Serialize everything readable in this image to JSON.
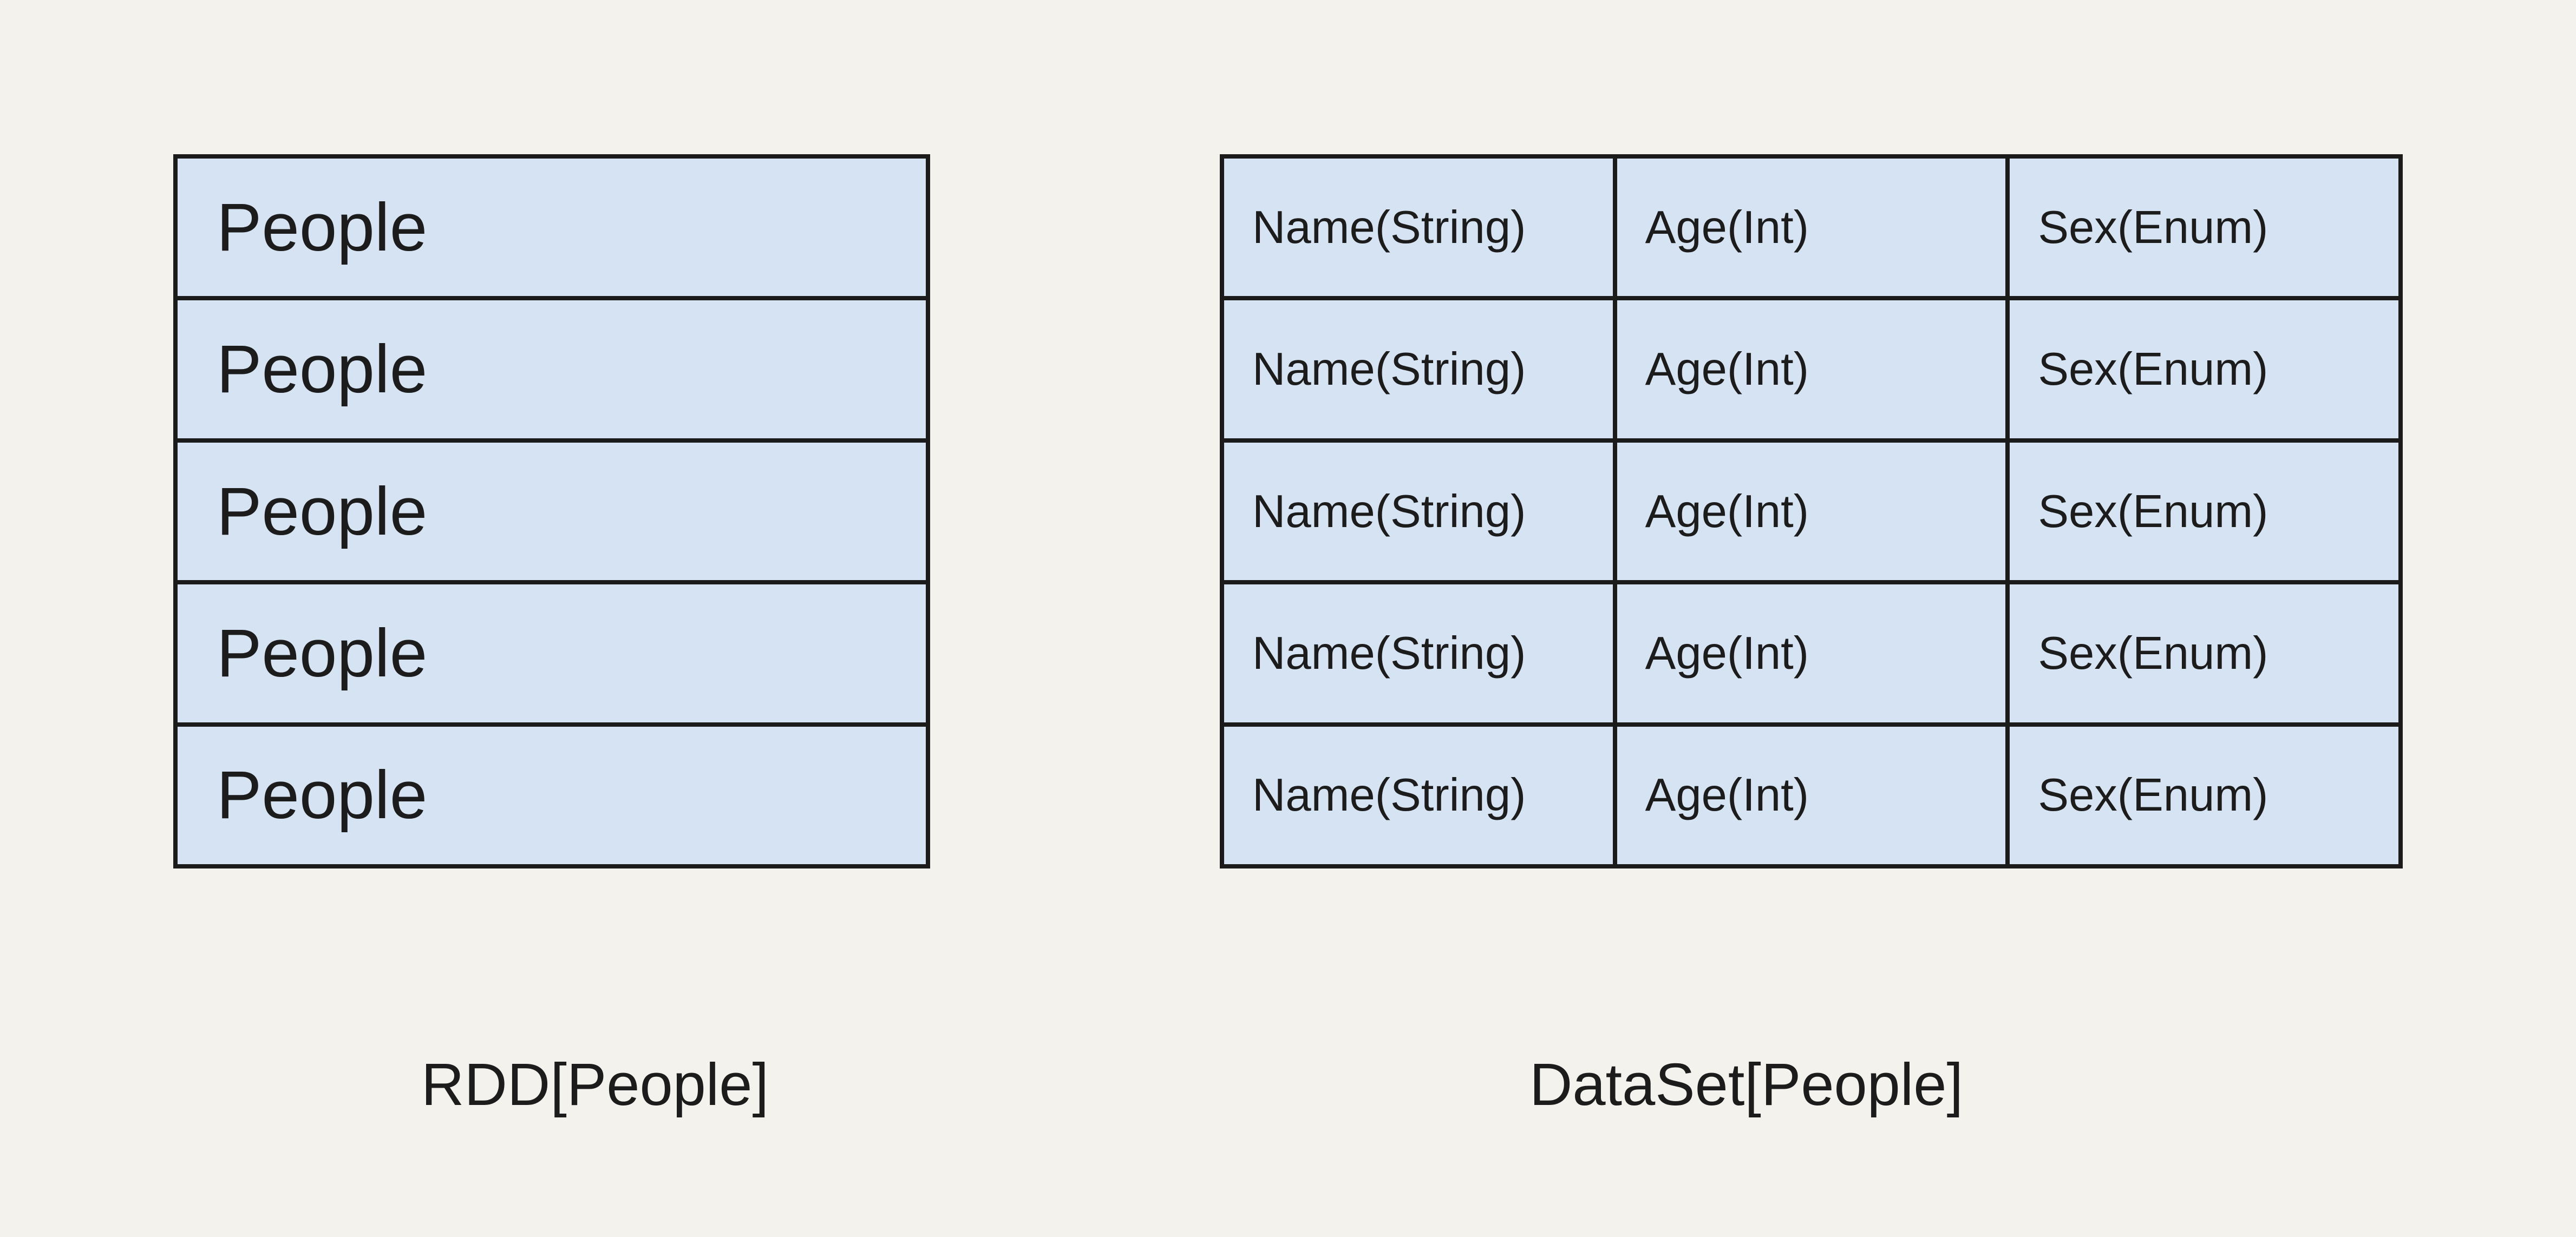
{
  "colors": {
    "background": "#f3f2ed",
    "cell_fill": "#d6e3f2",
    "border": "#1b1b1b",
    "text": "#1c1c1c"
  },
  "rdd": {
    "rows": [
      "People",
      "People",
      "People",
      "People",
      "People"
    ],
    "caption": "RDD[People]"
  },
  "dataset": {
    "columns": [
      "Name(String)",
      "Age(Int)",
      "Sex(Enum)"
    ],
    "rows": [
      [
        "Name(String)",
        "Age(Int)",
        "Sex(Enum)"
      ],
      [
        "Name(String)",
        "Age(Int)",
        "Sex(Enum)"
      ],
      [
        "Name(String)",
        "Age(Int)",
        "Sex(Enum)"
      ],
      [
        "Name(String)",
        "Age(Int)",
        "Sex(Enum)"
      ],
      [
        "Name(String)",
        "Age(Int)",
        "Sex(Enum)"
      ]
    ],
    "caption": "DataSet[People]"
  }
}
